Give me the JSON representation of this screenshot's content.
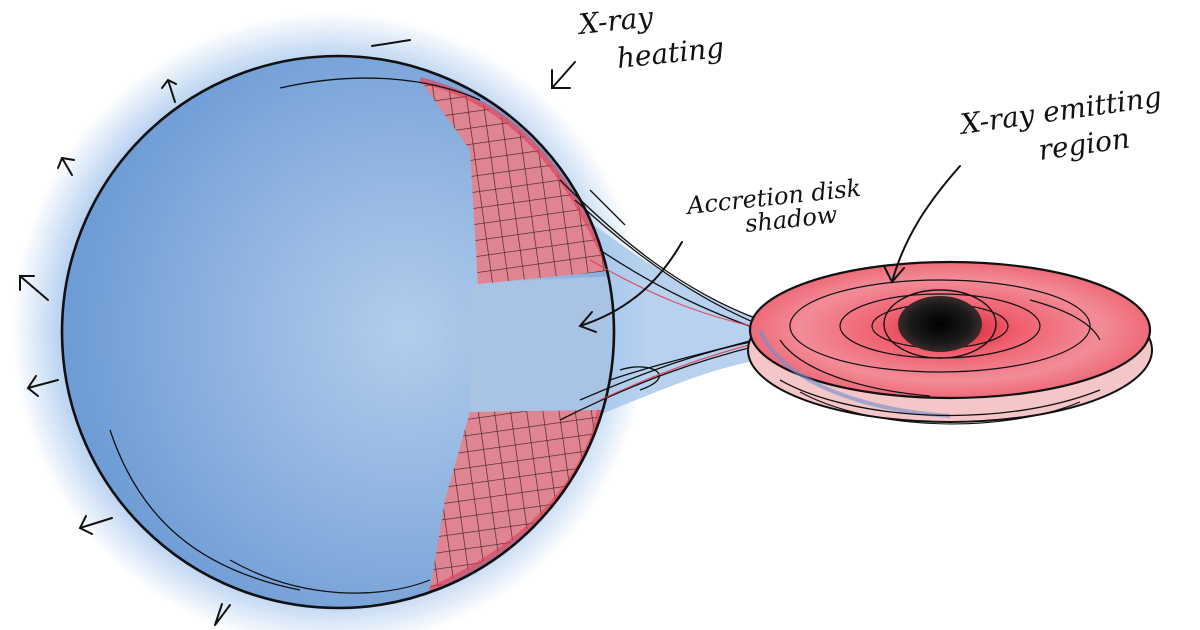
{
  "labels": {
    "xray_heating": [
      "X-ray",
      "heating"
    ],
    "disk_shadow": [
      "Accretion disk",
      "shadow"
    ],
    "emitting_region": [
      "X-ray emitting",
      "region"
    ]
  },
  "colors": {
    "star_fill": "#7aa6dc",
    "star_glow": "#9cc0ec",
    "shadow_band": "#a9c5e6",
    "heated_red": "#e23b4e",
    "disk_pink": "#f07080",
    "disk_red": "#e8323e",
    "black_hole": "#111111",
    "ink": "#111111"
  }
}
